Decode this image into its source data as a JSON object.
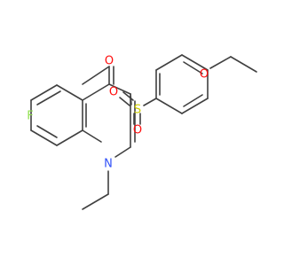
{
  "molecule": {
    "atoms": {
      "oxygen_ketone": {
        "symbol": "O",
        "color": "#ff0d0d"
      },
      "sulfur": {
        "symbol": "S",
        "color": "#cccc00"
      },
      "oxygen_sulfonyl_upper": {
        "symbol": "O",
        "color": "#ff0d0d"
      },
      "oxygen_sulfonyl_lower": {
        "symbol": "O",
        "color": "#ff0d0d"
      },
      "oxygen_ether": {
        "symbol": "O",
        "color": "#ff0d0d"
      },
      "fluorine": {
        "symbol": "F",
        "color": "#90e050"
      },
      "nitrogen": {
        "symbol": "N",
        "color": "#3050f8"
      }
    },
    "bond_color": "#404040"
  }
}
